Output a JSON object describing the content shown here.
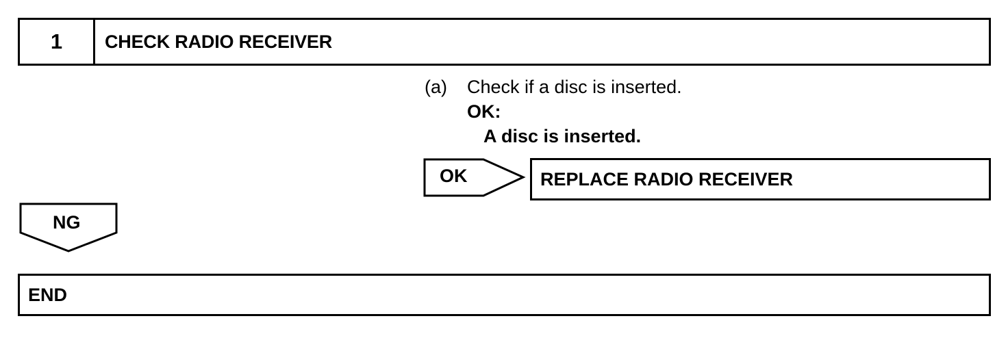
{
  "step": {
    "number": "1",
    "title": "CHECK RADIO RECEIVER"
  },
  "instructions": {
    "item_label": "(a)",
    "item_text": "Check if a disc is inserted.",
    "ok_heading": "OK:",
    "ok_condition": "A disc is inserted."
  },
  "branches": {
    "ok": {
      "label": "OK",
      "action": "REPLACE RADIO RECEIVER"
    },
    "ng": {
      "label": "NG",
      "action": "END"
    }
  }
}
